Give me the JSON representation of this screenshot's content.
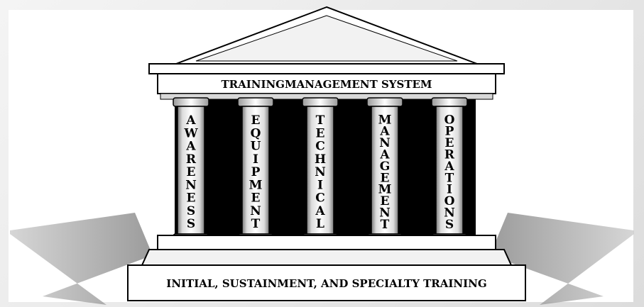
{
  "diagram": {
    "roof_label": "TRAININGMANAGEMENT SYSTEM",
    "base_label": "INITIAL, SUSTAINMENT, AND SPECIALTY TRAINING",
    "pillars": [
      {
        "label": "AWARENESS"
      },
      {
        "label": "EQUIPMENT"
      },
      {
        "label": "TECHNICAL"
      },
      {
        "label": "MANAGEMENT"
      },
      {
        "label": "OPERATIONS"
      }
    ]
  },
  "colors": {
    "background": "#ffffff",
    "shadow": "#9a9a9a",
    "outline": "#000000",
    "gap": "#000000"
  }
}
